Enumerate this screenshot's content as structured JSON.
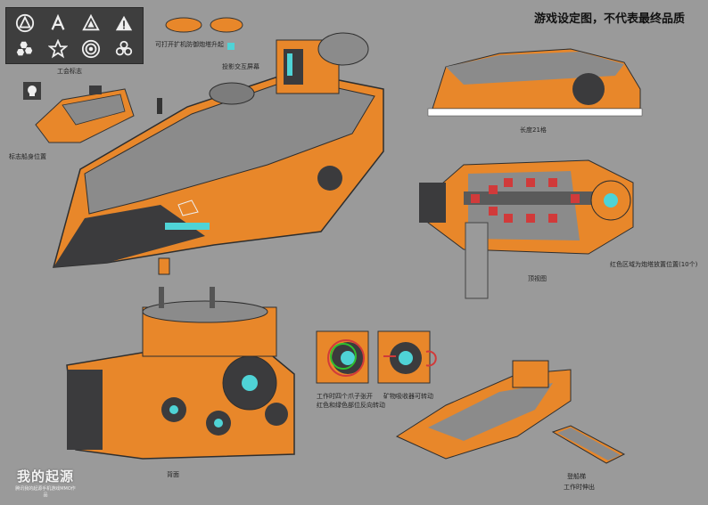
{
  "title": "游戏设定图，不代表最终品质",
  "emblem_panel": {
    "caption": "工会标志",
    "icons": [
      "triangle-a-icon",
      "spiral-icon",
      "triangle-outline-icon",
      "warning-triangle-icon",
      "hexagon-cluster-icon",
      "star-knot-icon",
      "target-eye-icon",
      "biohazard-icon"
    ],
    "extra_icon": "skull-badge-icon"
  },
  "labels": {
    "hull_emblem": "标志船身位置",
    "turret_raise": "可打开扩机防御炮塔升起",
    "projection": "投影交互屏幕",
    "length": "长度21格",
    "top_view": "顶视图",
    "red_zone": "红色区域为炮塔放置位置(10个)",
    "back_view": "背面",
    "rotate_desc_1": "工作时四个爪子张开",
    "rotate_desc_2": "红色和绿色部位反向转动",
    "mineral_intake": "矿物吸收器可转动",
    "ladder_1": "登船梯",
    "ladder_2": "工作时伸出"
  },
  "logo": {
    "main": "我的起源",
    "sub": "腾讯我的起源手机游戏MMO作品"
  },
  "colors": {
    "background": "#9a9a9a",
    "hull_orange": "#e8872a",
    "hull_gray": "#7c7c7c",
    "dark": "#3b3b3d",
    "accent_cyan": "#4fd3d6",
    "red_zone": "#d13a3a"
  }
}
